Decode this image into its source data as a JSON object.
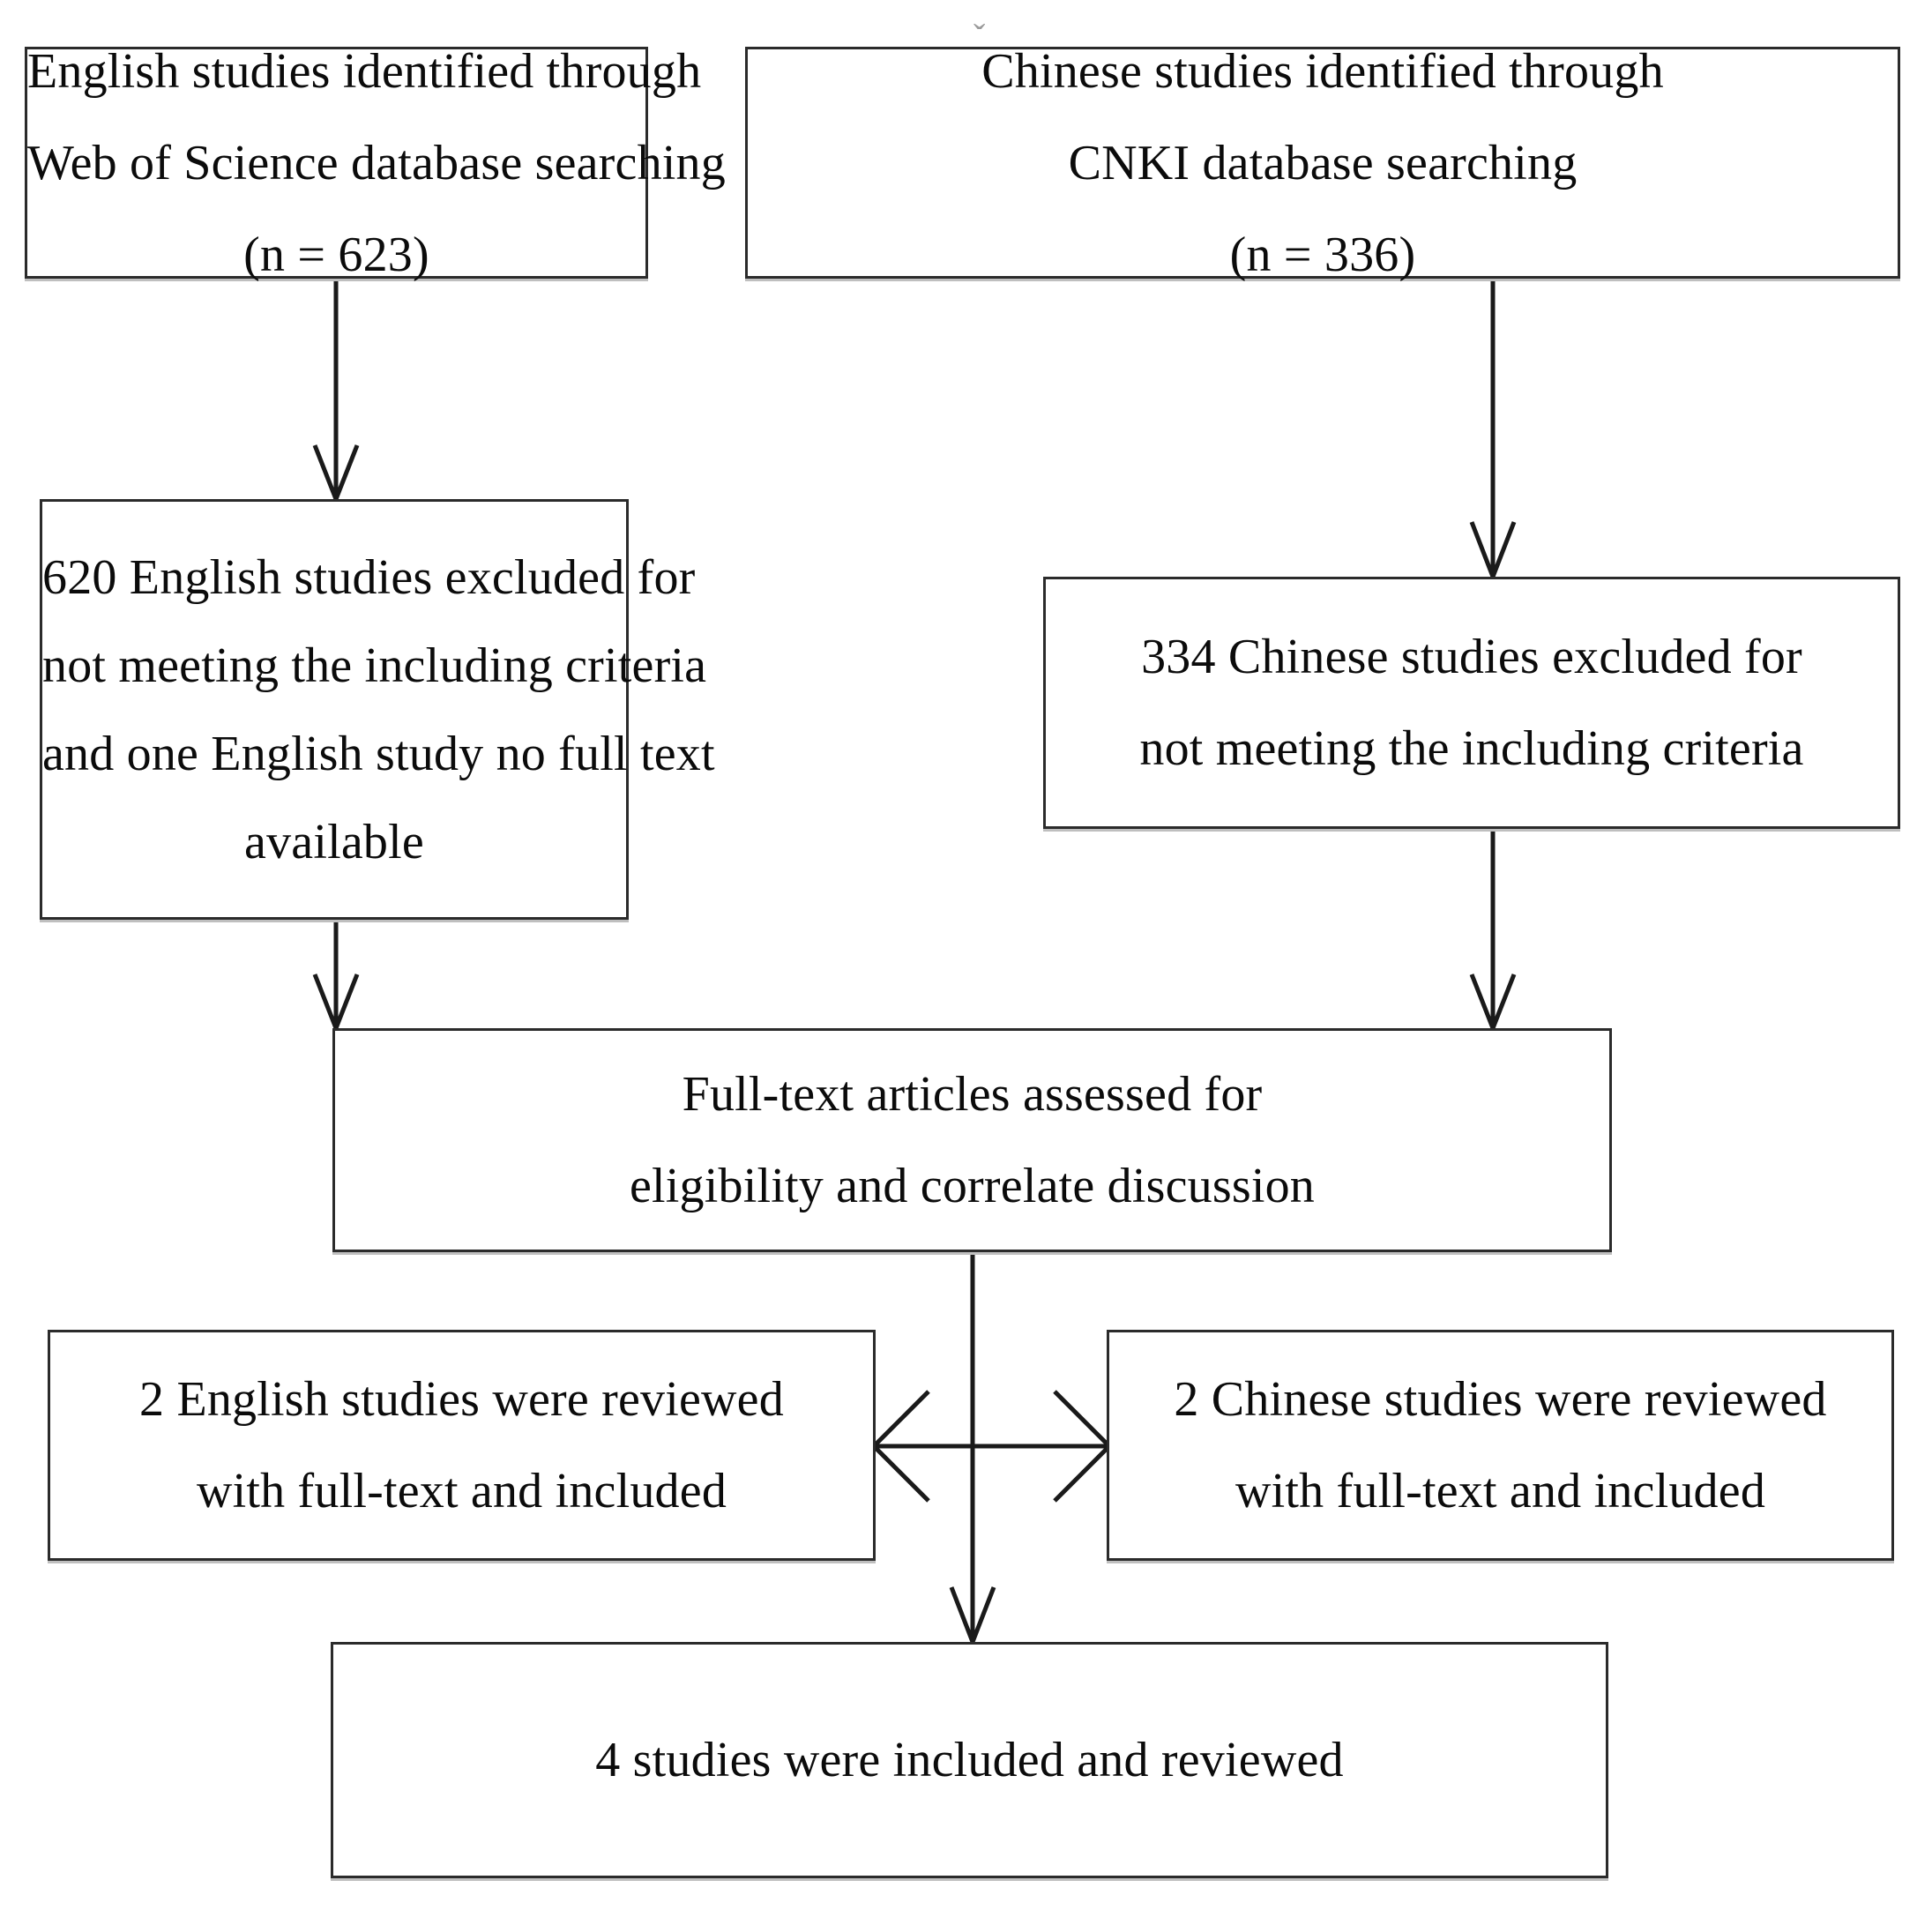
{
  "diagram": {
    "title": "PRISMA study selection flow diagram",
    "type": "flowchart",
    "stroke_color": "#2b2b2b",
    "text_color": "#0b0b0b",
    "background_color": "#ffffff",
    "artifact_glyph": "ˇ"
  },
  "boxes": {
    "english_identified": {
      "id": "english-identified",
      "line1": "English studies identified through",
      "line2": "Web of Science database searching",
      "line3": "(n = 623)",
      "count": 623,
      "database": "Web of Science",
      "language": "English"
    },
    "chinese_identified": {
      "id": "chinese-identified",
      "line1": "Chinese studies identified through",
      "line2": "CNKI database searching",
      "line3": "(n = 336)",
      "count": 336,
      "database": "CNKI",
      "language": "Chinese"
    },
    "english_excluded": {
      "id": "english-excluded",
      "line1": "620 English studies excluded for",
      "line2": "not meeting the including criteria",
      "line3": "and one English study no full text",
      "line4": "available",
      "count": 620,
      "language": "English"
    },
    "chinese_excluded": {
      "id": "chinese-excluded",
      "line1": "334 Chinese studies excluded for",
      "line2": "not meeting the including criteria",
      "count": 334,
      "language": "Chinese"
    },
    "fulltext_assessed": {
      "id": "fulltext-assessed",
      "line1": "Full-text articles assessed for",
      "line2": "eligibility and correlate discussion"
    },
    "english_included": {
      "id": "english-included",
      "line1": "2 English studies were reviewed",
      "line2": "with full-text and included",
      "count": 2,
      "language": "English"
    },
    "chinese_included": {
      "id": "chinese-included",
      "line1": "2 Chinese studies were reviewed",
      "line2": "with full-text and included",
      "count": 2,
      "language": "Chinese"
    },
    "final_included": {
      "id": "final-included",
      "line1": "4 studies were included and reviewed",
      "count": 4
    }
  },
  "connectors": [
    {
      "id": "english-identified-to-excluded",
      "from": "english_identified",
      "to": "english_excluded",
      "direction": "down",
      "arrowheads": "end"
    },
    {
      "id": "chinese-identified-to-excluded",
      "from": "chinese_identified",
      "to": "chinese_excluded",
      "direction": "down",
      "arrowheads": "end"
    },
    {
      "id": "english-excluded-to-fulltext",
      "from": "english_excluded",
      "to": "fulltext_assessed",
      "direction": "down",
      "arrowheads": "end"
    },
    {
      "id": "chinese-excluded-to-fulltext",
      "from": "chinese_excluded",
      "to": "fulltext_assessed",
      "direction": "down",
      "arrowheads": "end"
    },
    {
      "id": "fulltext-to-final",
      "from": "fulltext_assessed",
      "to": "final_included",
      "direction": "down",
      "arrowheads": "end"
    },
    {
      "id": "english-included-to-chinese-included",
      "from": "english_included",
      "to": "chinese_included",
      "direction": "horizontal",
      "arrowheads": "both"
    }
  ]
}
